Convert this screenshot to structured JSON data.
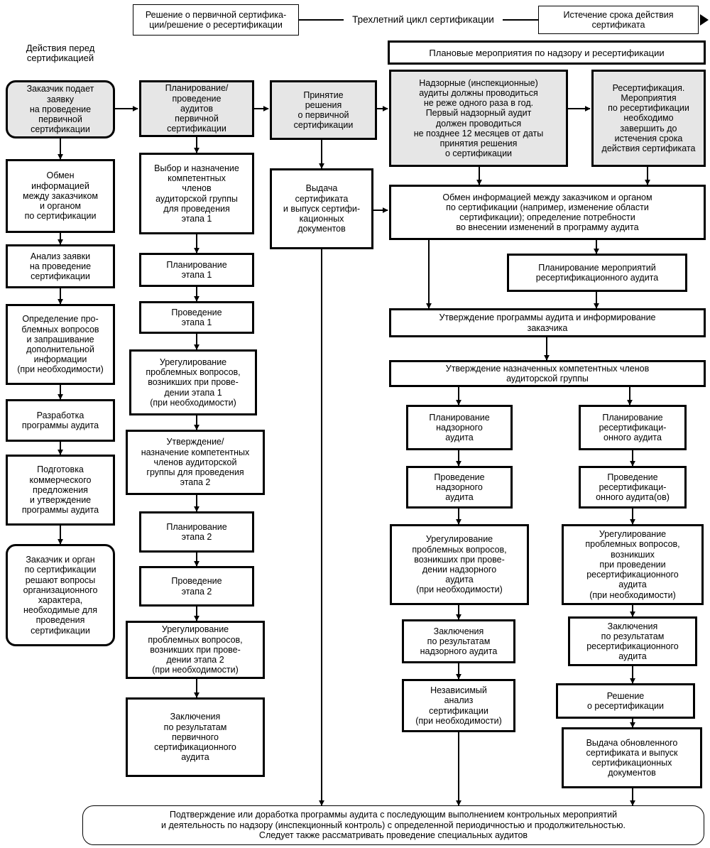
{
  "header": {
    "decision": "Решение о первичной сертифика-\nции/решение о ресертификации",
    "cycle": "Трехлетний цикл сертификации",
    "expiry": "Истечение срока действия\nсертификата"
  },
  "pre_actions_label": "Действия перед\nсертификацией",
  "surveillance_title": "Плановые мероприятия по надзору и ресертификации",
  "col1": {
    "n1": "Заказчик подает\nзаявку\nна проведение\nпервичной\nсертификации",
    "n2": "Обмен\nинформацией\nмежду заказчиком\nи органом\nпо сертификации",
    "n3": "Анализ заявки\nна проведение\nсертификации",
    "n4": "Определение про-\nблемных вопросов\nи запрашивание\nдополнительной\nинформации\n(при необходимости)",
    "n5": "Разработка\nпрограммы аудита",
    "n6": "Подготовка\nкоммерческого\nпредложения\nи утверждение\nпрограммы аудита",
    "n7": "Заказчик и орган\nпо сертификации\nрешают вопросы\nорганизационного\nхарактера,\nнеобходимые для\nпроведения\nсертификации"
  },
  "col2": {
    "n1": "Планирование/\nпроведение\nаудитов\nпервичной\nсертификации",
    "n2": "Выбор и назначение\nкомпетентных\nчленов\nаудиторской группы\nдля проведения\nэтапа 1",
    "n3": "Планирование\nэтапа 1",
    "n4": "Проведение\nэтапа 1",
    "n5": "Урегулирование\nпроблемных вопросов,\nвозникших при прове-\nдении этапа 1\n(при необходимости)",
    "n6": "Утверждение/\nназначение компетентных\nчленов аудиторской\nгруппы для проведения\nэтапа 2",
    "n7": "Планирование\nэтапа 2",
    "n8": "Проведение\nэтапа 2",
    "n9": "Урегулирование\nпроблемных вопросов,\nвозникших при прове-\nдении этапа 2\n(при необходимости)",
    "n10": "Заключения\nпо результатам\nпервичного\nсертификационного\nаудита"
  },
  "col3": {
    "n1": "Принятие\nрешения\nо первичной\nсертификации",
    "n2": "Выдача\nсертификата\nи выпуск сертифи-\nкационных\nдокументов"
  },
  "top_right": {
    "surveillance": "Надзорные (инспекционные)\nаудиты должны проводиться\nне реже одного раза в год.\nПервый надзорный аудит\nдолжен проводиться\nне позднее 12 месяцев от даты\nпринятия решения\nо сертификации",
    "recert": "Ресертификация.\nМероприятия\nпо ресертификации\nнеобходимо\nзавершить до\nистечения срока\nдействия сертификата"
  },
  "shared": {
    "exchange": "Обмен информацией между заказчиком и органом\nпо сертификации (например, изменение области\nсертификации); определение потребности\nво внесении изменений в программу аудита",
    "plan_recert": "Планирование мероприятий\nресертификационного аудита",
    "approve_program": "Утверждение программы аудита и информирование\nзаказчика",
    "approve_members": "Утверждение назначенных компетентных членов\nаудиторской группы"
  },
  "col4": {
    "n1": "Планирование\nнадзорного\nаудита",
    "n2": "Проведение\nнадзорного\nаудита",
    "n3": "Урегулирование\nпроблемных вопросов,\nвозникших при прове-\nдении надзорного\nаудита\n(при необходимости)",
    "n4": "Заключения\nпо результатам\nнадзорного аудита",
    "n5": "Независимый\nанализ\nсертификации\n(при необходимости)"
  },
  "col5": {
    "n1": "Планирование\nресертификаци-\nонного аудита",
    "n2": "Проведение\nресертификаци-\nонного аудита(ов)",
    "n3": "Урегулирование\nпроблемных вопросов,\nвозникших\nпри проведении\nресертификационного\nаудита\n(при необходимости)",
    "n4": "Заключения\nпо результатам\nресертификационного\nаудита",
    "n5": "Решение\nо ресертификации",
    "n6": "Выдача обновленного\nсертификата и выпуск\nсертификационных\nдокументов"
  },
  "footer": "Подтверждение или доработка программы аудита с последующим выполнением контрольных мероприятий\nи деятельность по надзору (инспекционный контроль) с определенной периодичностью и продолжительностью.\nСледует также рассматривать проведение специальных аудитов"
}
